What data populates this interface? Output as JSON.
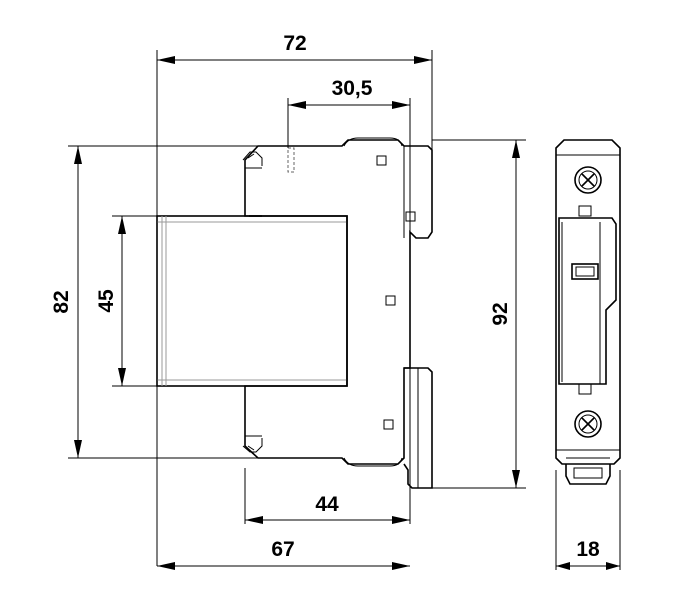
{
  "drawing": {
    "units": "",
    "dimensions": {
      "overall_depth": "72",
      "front_offset": "30,5",
      "height_body": "82",
      "front_height": "45",
      "total_height": "92",
      "rail_depth": "44",
      "base_depth": "67",
      "width": "18"
    }
  }
}
